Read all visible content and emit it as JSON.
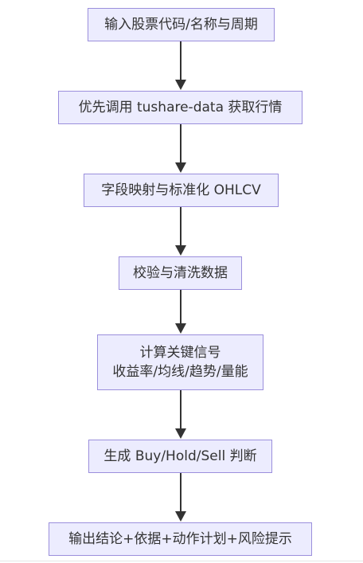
{
  "flowchart": {
    "direction": "top-down",
    "node_fill": "#ececfe",
    "node_border": "#9b8fdc",
    "edge_color": "#333333",
    "text_color": "#333333",
    "nodes": [
      {
        "id": "input",
        "lines": [
          "输入股票代码/名称与周期"
        ]
      },
      {
        "id": "fetch",
        "lines": [
          "优先调用 tushare-data 获取行情"
        ]
      },
      {
        "id": "map",
        "lines": [
          "字段映射与标准化 OHLCV"
        ]
      },
      {
        "id": "clean",
        "lines": [
          "校验与清洗数据"
        ]
      },
      {
        "id": "signals",
        "lines": [
          "计算关键信号",
          "收益率/均线/趋势/量能"
        ]
      },
      {
        "id": "decide",
        "lines": [
          "生成 Buy/Hold/Sell 判断"
        ]
      },
      {
        "id": "output",
        "lines": [
          "输出结论+依据+动作计划+风险提示"
        ]
      }
    ],
    "edges": [
      {
        "from": "input",
        "to": "fetch"
      },
      {
        "from": "fetch",
        "to": "map"
      },
      {
        "from": "map",
        "to": "clean"
      },
      {
        "from": "clean",
        "to": "signals"
      },
      {
        "from": "signals",
        "to": "decide"
      },
      {
        "from": "decide",
        "to": "output"
      }
    ]
  }
}
